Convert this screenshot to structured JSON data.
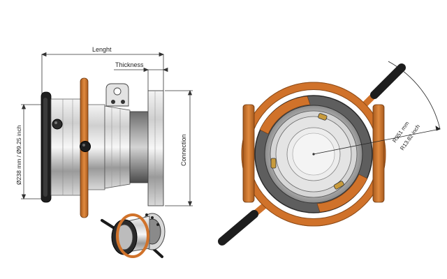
{
  "dimensions": {
    "length_label": "Lenght",
    "thickness_label": "Thickness",
    "connection_label": "Connection",
    "diameter_label": "Ø238 mm / Ø9.25 inch",
    "radius_mm_label": "R351 mm",
    "radius_inch_label": "R13.82 inch"
  },
  "colors": {
    "handle_orange": "#d0722a",
    "handle_orange_dark": "#8a4a18",
    "metal_light": "#e6e6e6",
    "metal_mid": "#a9a9a9",
    "metal_dark": "#3a3a3a",
    "rubber_black": "#1f1f1f",
    "dimension_line": "#333333"
  }
}
